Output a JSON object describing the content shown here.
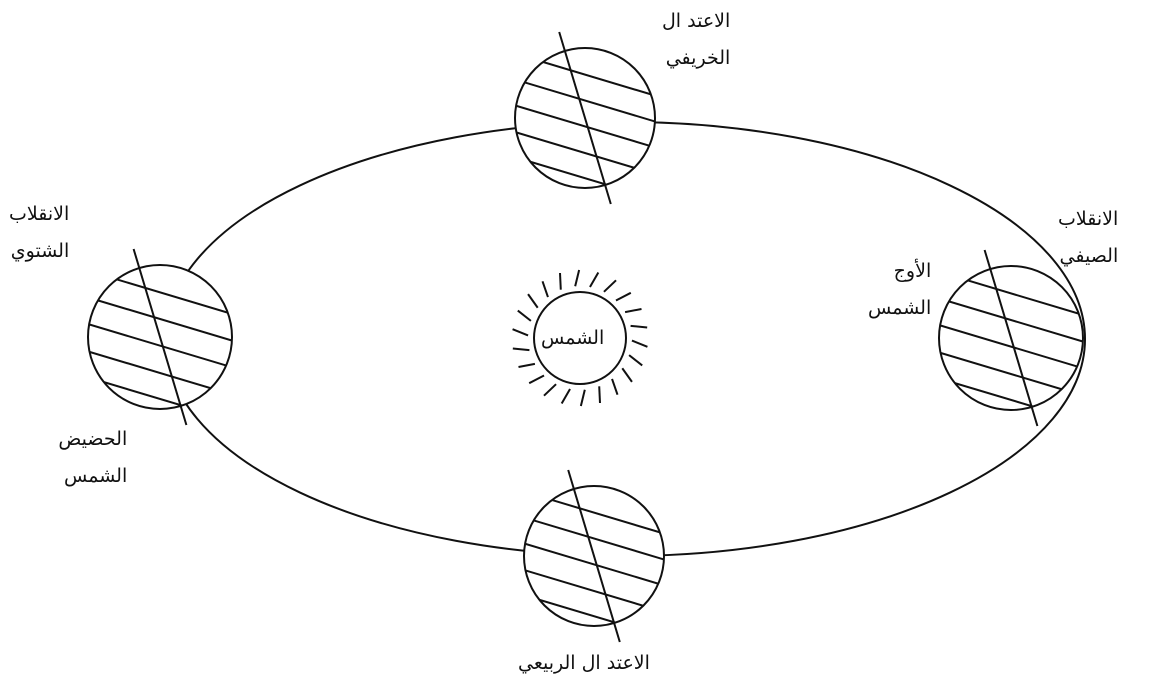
{
  "diagram": {
    "sun_label": "الشمس",
    "autumn_equinox": {
      "line1": "الاعتد ال",
      "line2": "الخريفي"
    },
    "winter_solstice": {
      "line1": "الانقلاب",
      "line2": "الشتوي"
    },
    "summer_solstice": {
      "line1": "الانقلاب",
      "line2": "الصيفي"
    },
    "aphelion": {
      "line1": "الأوج",
      "line2": "الشمس"
    },
    "perihelion": {
      "line1": "الحضيض",
      "line2": "الشمس"
    },
    "spring_equinox": "الاعتد ال الربيعي"
  },
  "colors": {
    "ink": "#111111",
    "background": "#ffffff"
  }
}
